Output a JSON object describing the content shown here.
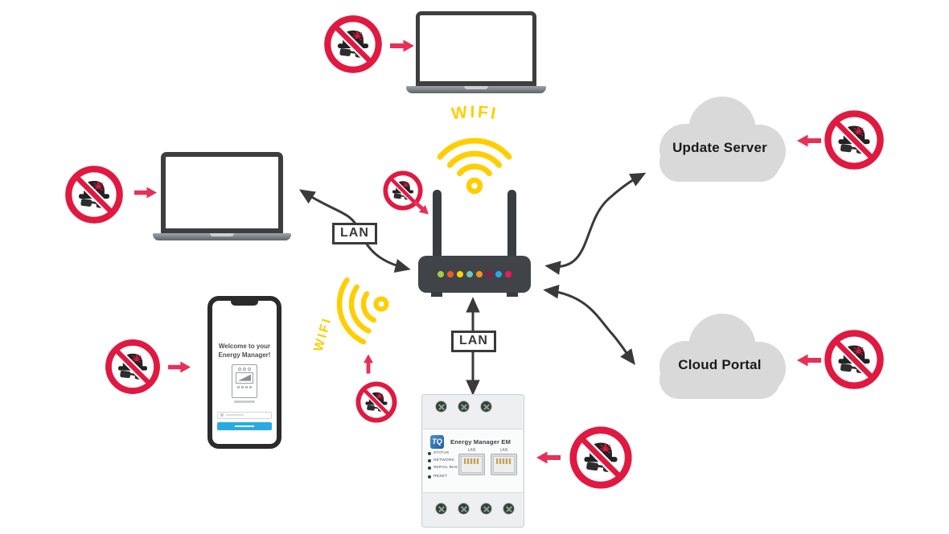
{
  "colors": {
    "danger_red": "#E01941",
    "attack_arrow_red": "#E73059",
    "wifi_yellow": "#FFCE00",
    "connector_dark": "#3A3A3A",
    "cloud_gray": "#D9D9D9",
    "phone_button_blue": "#29ABE2",
    "tq_logo_blue": "#2E6DA8"
  },
  "labels": {
    "wifi_top": "WIFI",
    "wifi_left": "WIFI",
    "lan_laptop_link": "LAN",
    "lan_meter_link": "LAN",
    "update_server": "Update Server",
    "cloud_portal": "Cloud Portal"
  },
  "router": {
    "led_colors": [
      "#A6CE39",
      "#F15A29",
      "#FFD400",
      "#6FC7B2",
      "#F7941D",
      "#92174D",
      "#27AAE1",
      "#EC1A5C"
    ]
  },
  "phone_screen": {
    "welcome_line1": "Welcome to your",
    "welcome_line2": "Energy Manager!"
  },
  "energy_manager": {
    "brand": "TQ",
    "title": "Energy Manager EM",
    "port_labels": [
      "LAN",
      "LAN"
    ],
    "indicator_labels": [
      "STATUS",
      "NETWORK",
      "SERIAL BUS",
      "RESET"
    ]
  }
}
